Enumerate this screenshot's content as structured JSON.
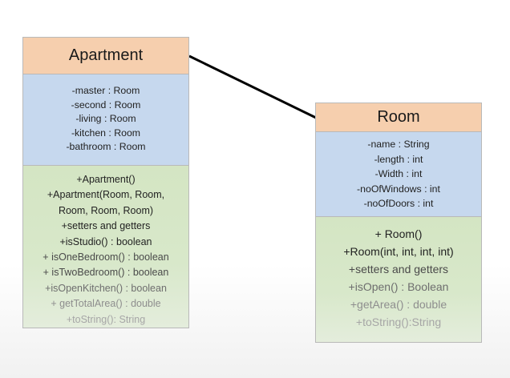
{
  "apartment": {
    "name": "Apartment",
    "attributes": [
      "-master : Room",
      "-second : Room",
      "-living : Room",
      "-kitchen : Room",
      "-bathroom : Room"
    ],
    "operations": [
      "+Apartment()",
      "+Apartment(Room,  Room,",
      "Room,  Room,  Room)",
      "+setters and getters",
      "+isStudio() : boolean",
      "+ isOneBedroom() : boolean",
      "+ isTwoBedroom() : boolean",
      "+isOpenKitchen() : boolean",
      "+ getTotalArea() : double",
      "+toString(): String"
    ]
  },
  "room": {
    "name": "Room",
    "attributes": [
      "-name : String",
      "-length : int",
      "-Width : int",
      "-noOfWindows : int",
      "-noOfDoors : int"
    ],
    "operations": [
      "+ Room()",
      "+Room(int, int, int, int)",
      "+setters and getters",
      "+isOpen() : Boolean",
      "+getArea() : double",
      "+toString():String"
    ]
  },
  "association": {
    "from": "Apartment",
    "to": "Room",
    "line_color": "#000000"
  },
  "colors": {
    "name_compartment": "#f6cfae",
    "attribute_compartment": "#c6d8ee",
    "operation_compartment": "#d4e5c3",
    "border": "#b9b9b9"
  }
}
